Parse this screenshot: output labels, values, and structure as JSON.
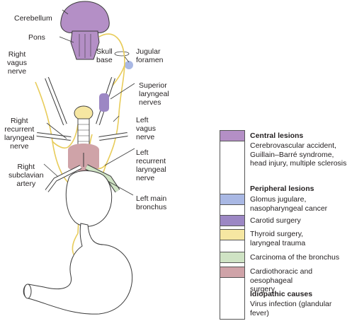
{
  "labels": {
    "cerebellum": "Cerebellum",
    "pons": "Pons",
    "skull_base": "Skull\nbase",
    "jugular_foramen": "Jugular\nforamen",
    "right_vagus": "Right\nvagus\nnerve",
    "superior_laryngeal": "Superior\nlaryngeal\nnerves",
    "right_recurrent": "Right\nrecurrent\nlaryngeal\nnerve",
    "left_vagus": "Left\nvagus\nnerve",
    "left_recurrent": "Left\nrecurrent\nlaryngeal\nnerve",
    "right_subclavian": "Right\nsubclavian\nartery",
    "left_main_bronchus": "Left main\nbronchus"
  },
  "key": {
    "central_heading": "Central lesions",
    "central_text": "Cerebrovascular accident,\nGuillain–Barré syndrome,\nhead injury, multiple sclerosis",
    "peripheral_heading": "Peripheral lesions",
    "glomus": "Glomus jugulare,\nnasopharyngeal cancer",
    "carotid": "Carotid surgery",
    "thyroid": "Thyroid surgery,\nlaryngeal trauma",
    "bronchus": "Carcinoma of the bronchus",
    "cardio": "Cardiothoracic and oesophageal\nsurgery",
    "idiopathic_heading": "Idiopathic causes",
    "idiopathic_text": "Virus infection (glandular fever)"
  },
  "colors": {
    "central": "#b48fc6",
    "glomus": "#a9b8e4",
    "carotid": "#9c87c4",
    "thyroid": "#f6e7a2",
    "bronchus": "#cfe3c4",
    "cardio": "#cfa3a8",
    "nerve": "#e8cc5a",
    "outline": "#3a3a3a"
  }
}
